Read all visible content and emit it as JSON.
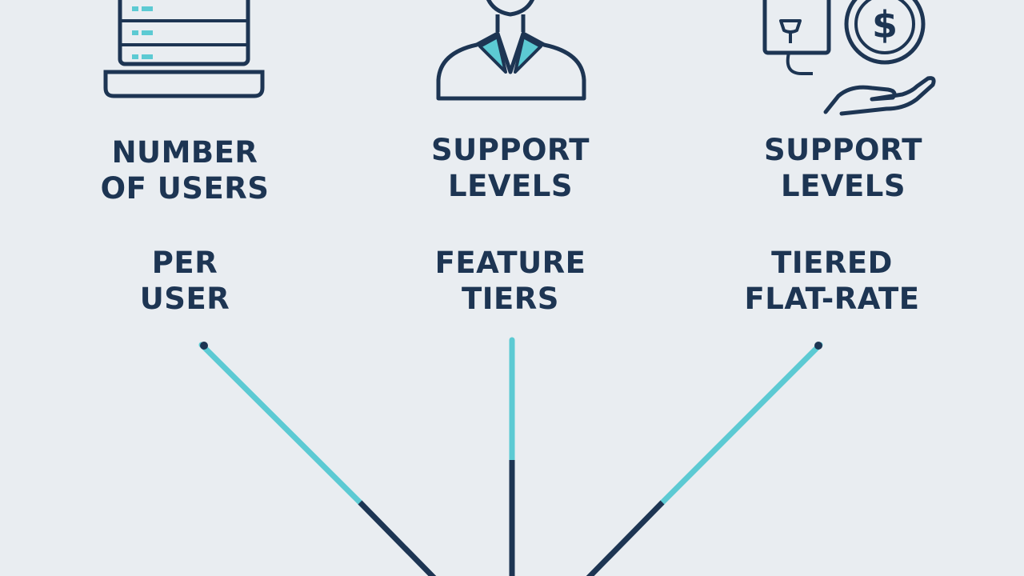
{
  "colors": {
    "background": "#e9edf1",
    "navy": "#1d3553",
    "teal": "#5ccad3"
  },
  "columns": [
    {
      "icon": "laptop-server-icon",
      "factor": [
        "NUMBER",
        "OF USERS"
      ],
      "model": [
        "PER",
        "USER"
      ]
    },
    {
      "icon": "support-person-icon",
      "factor": [
        "SUPPORT",
        "LEVELS"
      ],
      "model": [
        "FEATURE",
        "TIERS"
      ]
    },
    {
      "icon": "contract-money-hand-icon",
      "factor": [
        "SUPPORT",
        "LEVELS"
      ],
      "model": [
        "TIERED",
        "FLAT-RATE"
      ]
    }
  ]
}
